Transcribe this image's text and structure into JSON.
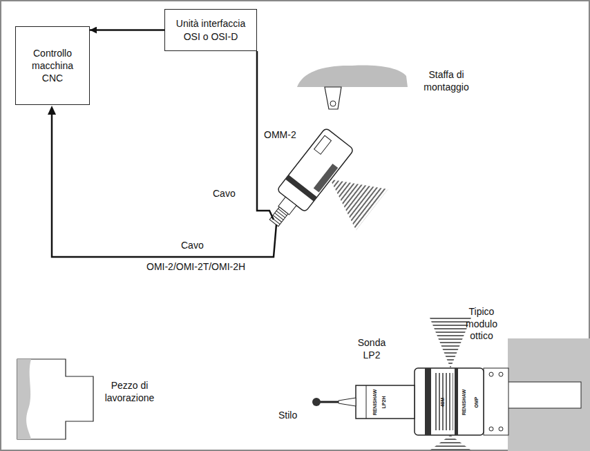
{
  "diagram": {
    "nodes": [
      {
        "text": [
          "Controllo macchina CNC"
        ]
      },
      {
        "text": [
          "Unità interfaccia OSI o OSI-D"
        ]
      }
    ],
    "edges": [
      {
        "from": 1,
        "to": 0,
        "arrow": "to"
      }
    ],
    "labels": [
      "Staffa di montaggio",
      "OMM-2",
      "Cavo",
      "Cavo",
      "OMI-2/OMI-2T/OMI-2H",
      "Tipico modulo ottico",
      "Sonda LP2",
      "Pezzo di lavorazione",
      "Stilo",
      "RENISHAW",
      "OMP",
      "40M",
      "RENISHAW",
      "LP2H"
    ]
  }
}
